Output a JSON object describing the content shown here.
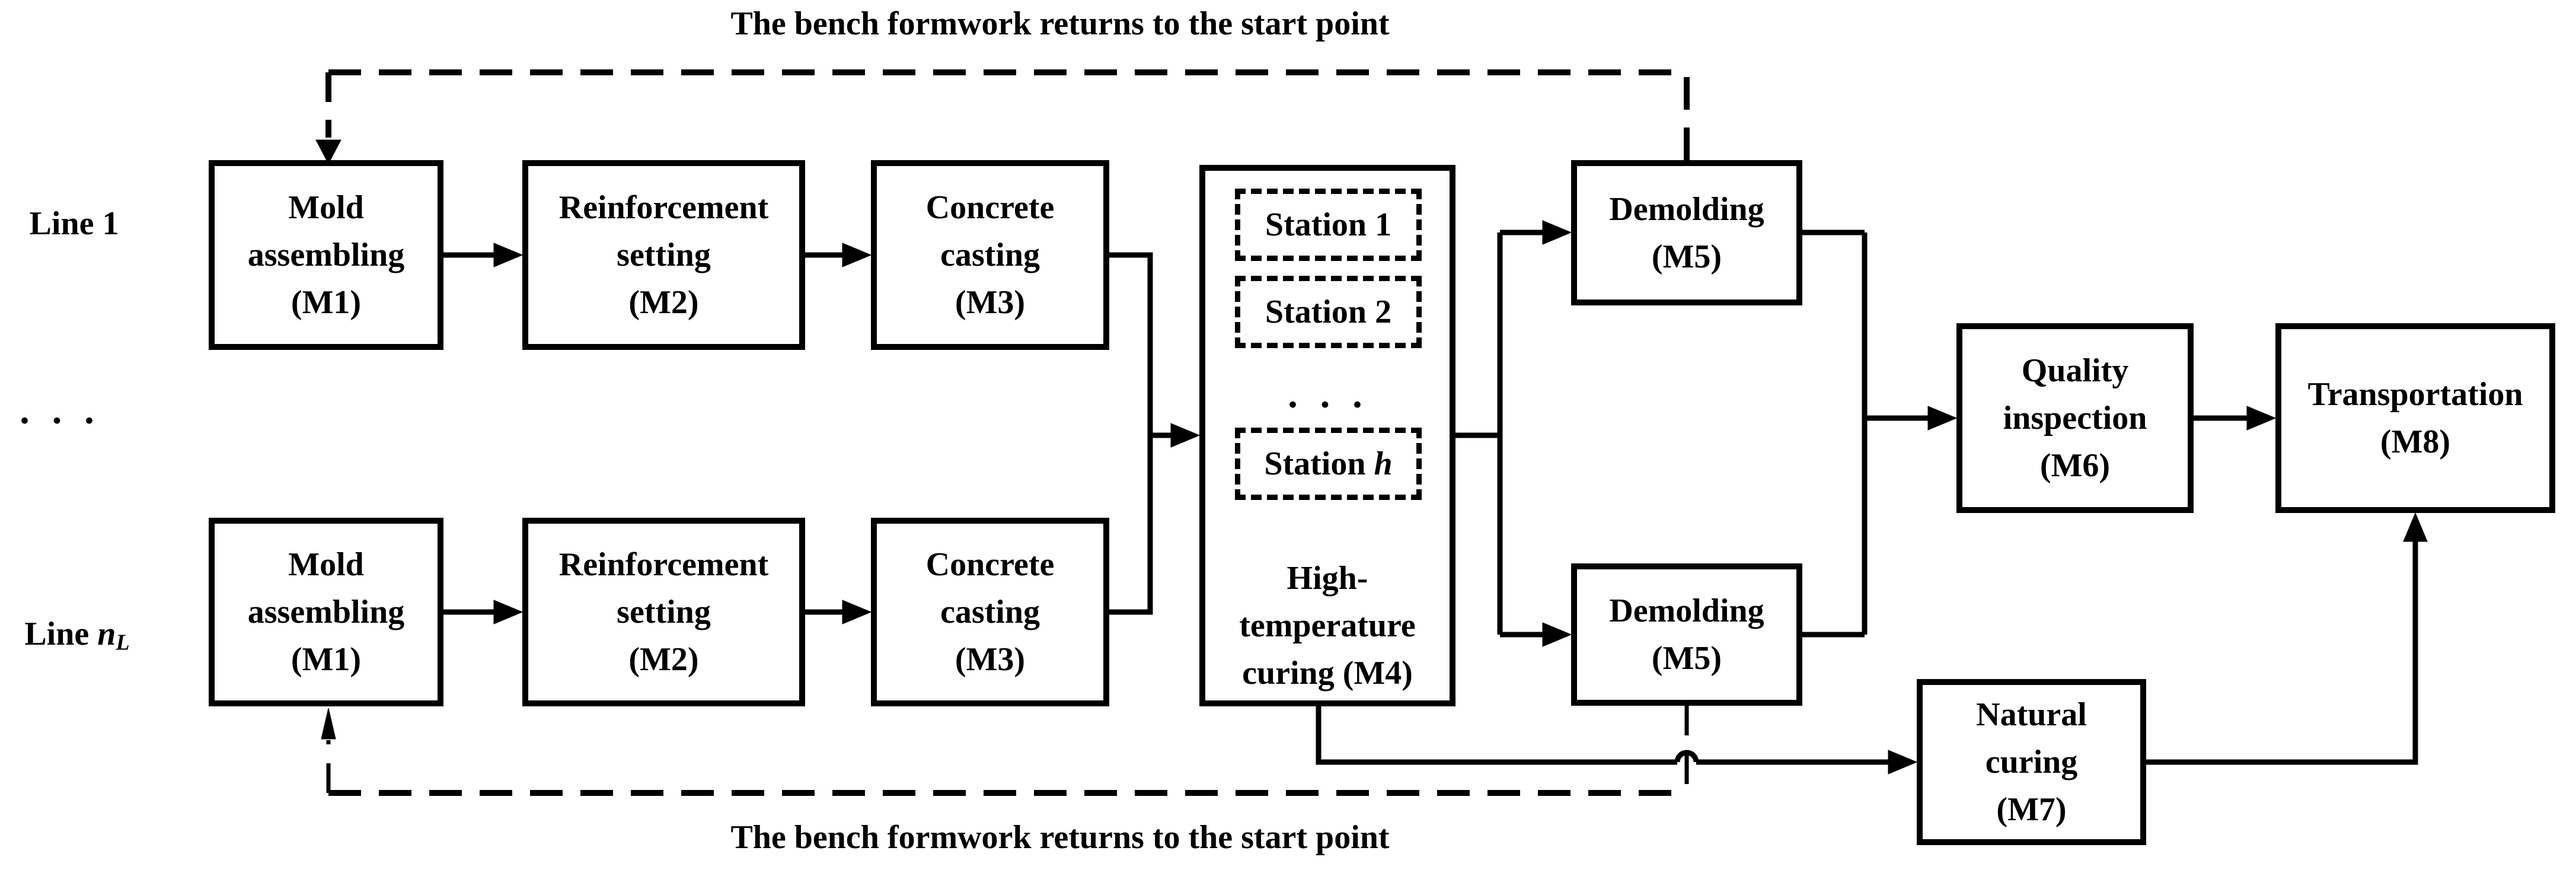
{
  "annotations": {
    "return_top": "The bench formwork returns to the start point",
    "return_bottom": "The bench formwork returns to the start point"
  },
  "row_labels": {
    "line1": "Line 1",
    "lineN_prefix": "Line ",
    "lineN_var": "n",
    "lineN_sub": "L",
    "lines_ellipsis": "· · ·"
  },
  "process_boxes": {
    "mold": {
      "lines": [
        "Mold",
        "assembling",
        "(M1)"
      ]
    },
    "reinforcement": {
      "lines": [
        "Reinforcement",
        "setting",
        "(M2)"
      ]
    },
    "concrete": {
      "lines": [
        "Concrete",
        "casting",
        "(M3)"
      ]
    },
    "high_temp_curing": {
      "lines": [
        "High-",
        "temperature",
        "curing (M4)"
      ]
    },
    "demolding": {
      "lines": [
        "Demolding",
        "(M5)"
      ]
    },
    "quality": {
      "lines": [
        "Quality",
        "inspection",
        "(M6)"
      ]
    },
    "natural_curing": {
      "lines": [
        "Natural",
        "curing",
        "(M7)"
      ]
    },
    "transportation": {
      "lines": [
        "Transportation",
        "(M8)"
      ]
    }
  },
  "curing_stations": {
    "station1": "Station 1",
    "station2": "Station 2",
    "stations_ellipsis": "· · ·",
    "stationH_prefix": "Station ",
    "stationH_var": "h"
  },
  "colors": {
    "ink": "#000000",
    "background": "#ffffff"
  }
}
